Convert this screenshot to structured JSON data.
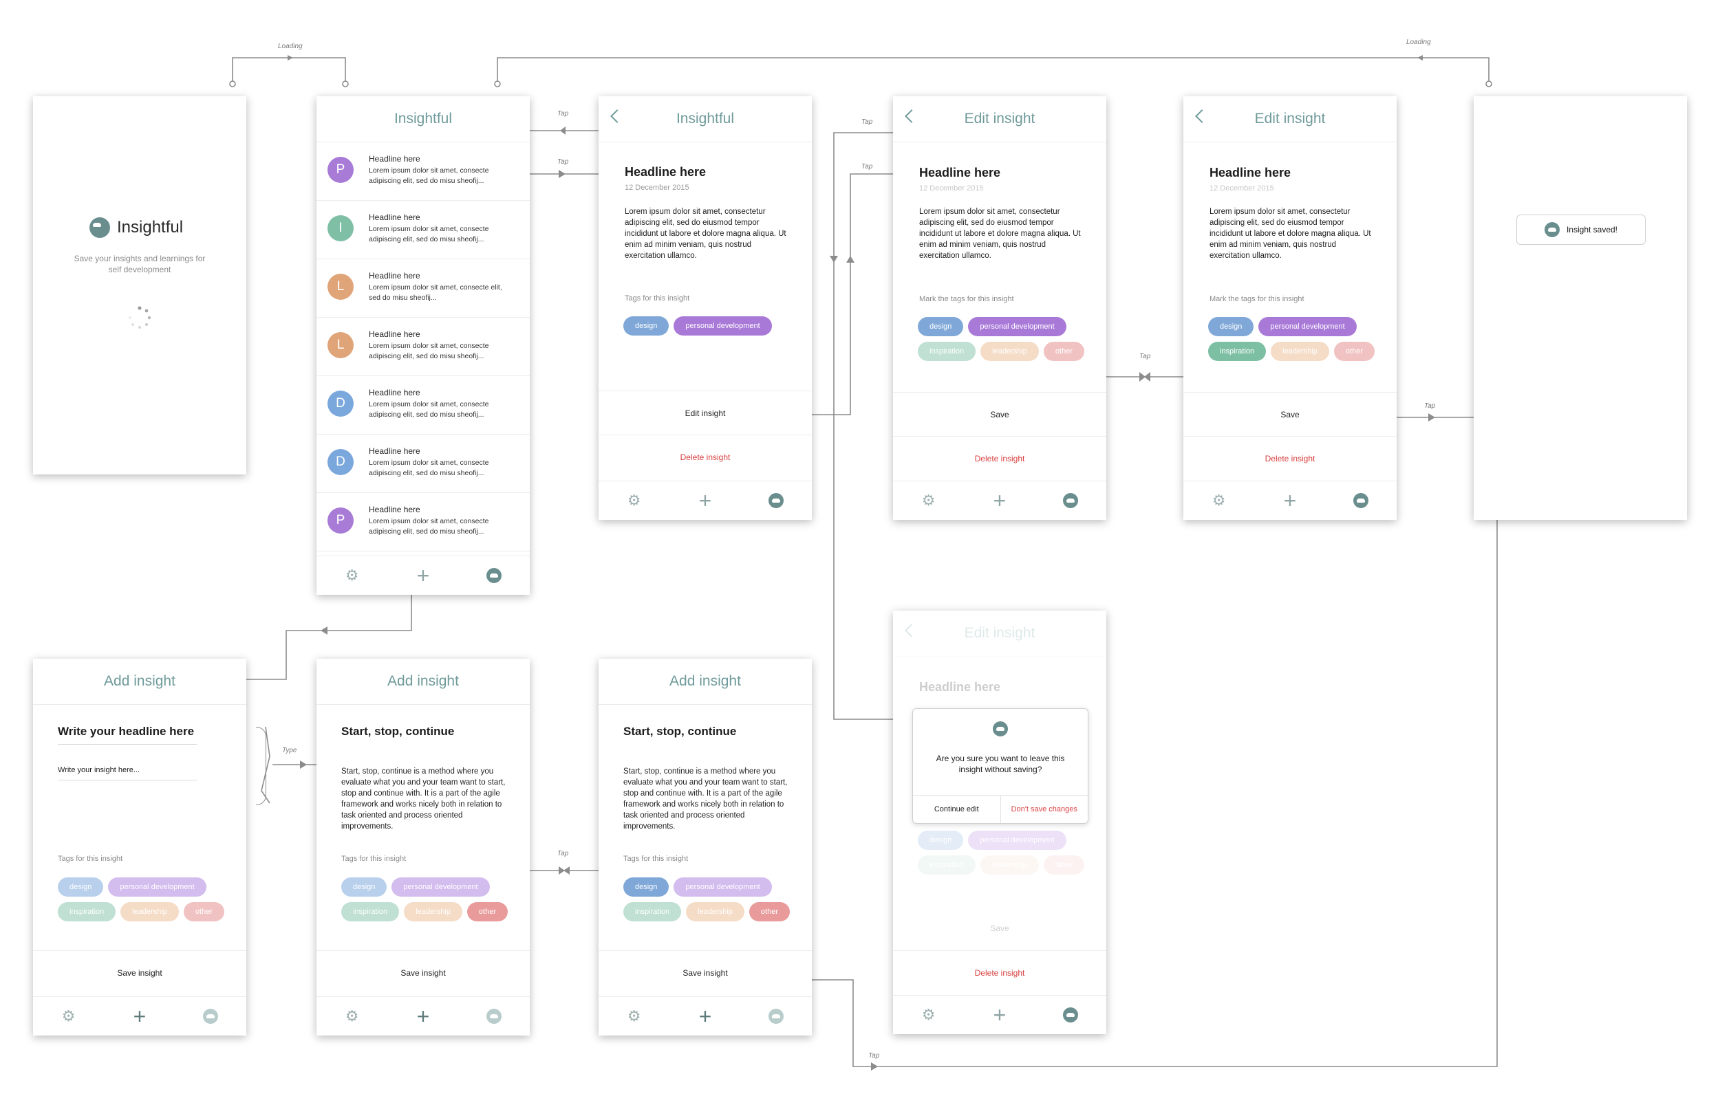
{
  "app_name": "Insightful",
  "colors": {
    "accent": "#6f9a9a",
    "danger": "#d94040",
    "wire": "#8c8c8c"
  },
  "labels": {
    "loading": "Loading",
    "tap": "Tap",
    "type": "Type"
  },
  "splash": {
    "title": "Insightful",
    "subtitle": "Save your insights and learnings for self development"
  },
  "list": {
    "title": "Insightful",
    "rows": [
      {
        "initial": "P",
        "color": "#a77bd6",
        "headline": "Headline here",
        "text": "Lorem ipsum dolor sit amet, consecte adipiscing elit, sed do misu sheofij..."
      },
      {
        "initial": "I",
        "color": "#7fbfa6",
        "headline": "Headline here",
        "text": "Lorem ipsum dolor sit amet, consecte adipiscing elit, sed do misu sheofij..."
      },
      {
        "initial": "L",
        "color": "#e0a479",
        "headline": "Headline here",
        "text": "Lorem ipsum dolor sit amet, consecte elit, sed do misu sheofij..."
      },
      {
        "initial": "L",
        "color": "#e0a479",
        "headline": "Headline here",
        "text": "Lorem ipsum dolor sit amet, consecte adipiscing elit, sed do misu sheofij..."
      },
      {
        "initial": "D",
        "color": "#7aa7dc",
        "headline": "Headline here",
        "text": "Lorem ipsum dolor sit amet, consecte adipiscing elit, sed do misu sheofij..."
      },
      {
        "initial": "D",
        "color": "#7aa7dc",
        "headline": "Headline here",
        "text": "Lorem ipsum dolor sit amet, consecte adipiscing elit, sed do misu sheofij..."
      },
      {
        "initial": "P",
        "color": "#a77bd6",
        "headline": "Headline here",
        "text": "Lorem ipsum dolor sit amet, consecte adipiscing elit, sed do misu sheofij..."
      }
    ]
  },
  "detail": {
    "header": "Insightful",
    "headline": "Headline here",
    "date": "12 December 2015",
    "body": "Lorem ipsum dolor sit amet, consectetur adipiscing elit, sed do eiusmod tempor incididunt ut labore et dolore magna aliqua. Ut enim ad minim veniam, quis nostrud exercitation ullamco.",
    "tags_label": "Tags for this insight",
    "edit_action": "Edit insight",
    "delete_action": "Delete insight"
  },
  "edit": {
    "header": "Edit insight",
    "tags_label": "Mark the tags for this insight",
    "save": "Save",
    "delete": "Delete insight"
  },
  "tags": {
    "design": "design",
    "personal_development": "personal development",
    "inspiration": "inspiration",
    "leadership": "leadership",
    "other": "other"
  },
  "tag_colors": {
    "design": "#7fa8d8",
    "personal_development": "#a979d8",
    "inspiration": "#7dbfa3",
    "leadership": "#efc3a0",
    "other": "#e99b9b",
    "design_light": "#b9d0ec",
    "personal_development_light": "#d3bcee",
    "inspiration_light": "#bfe0d3",
    "leadership_light": "#f5dcc7",
    "other_light": "#f1c2c2"
  },
  "toast": "Insight saved!",
  "add": {
    "header": "Add insight",
    "headline_placeholder": "Write your headline here",
    "insight_placeholder": "Write your insight here...",
    "filled_headline": "Start, stop, continue",
    "filled_body": "Start, stop, continue is a method where you evaluate what you and your team want to start, stop and continue with. It is a part of the agile framework and works nicely both in relation to task oriented and process oriented improvements.",
    "tags_label": "Tags for this insight",
    "save": "Save insight"
  },
  "dialog": {
    "message": "Are you sure you want to leave this insight without saving?",
    "continue": "Continue edit",
    "discard": "Don't save changes"
  }
}
